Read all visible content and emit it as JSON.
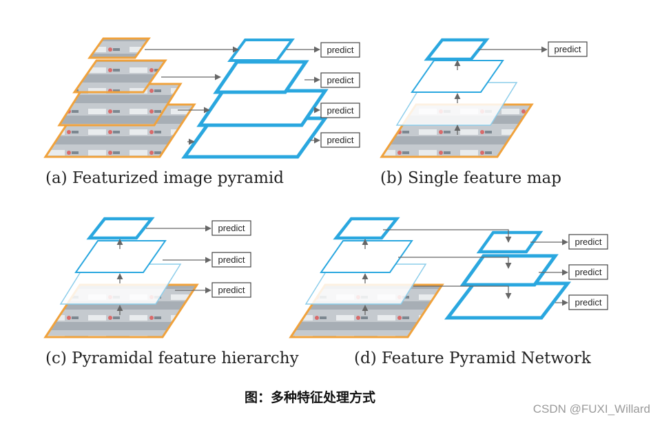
{
  "figure": {
    "panels": [
      {
        "id": "a",
        "caption": "(a) Featurized image pyramid"
      },
      {
        "id": "b",
        "caption": "(b) Single feature map"
      },
      {
        "id": "c",
        "caption": "(c) Pyramidal feature hierarchy"
      },
      {
        "id": "d",
        "caption": "(d) Feature Pyramid Network"
      }
    ],
    "predict_label": "predict",
    "title": "图：多种特征处理方式"
  },
  "watermark": "CSDN @FUXI_Willard",
  "colors": {
    "image_border": "#f0a23c",
    "feature_border": "#2aa7df",
    "feature_thin": "#8ccdea",
    "arrow": "#666666",
    "image_fill": "#b9bfc4"
  }
}
